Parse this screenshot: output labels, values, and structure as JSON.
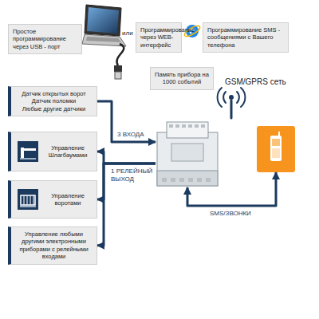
{
  "diagram": {
    "nodes": [
      {
        "text": [
          "Простое программирование через USB - порт"
        ]
      },
      {
        "text": [
          "Программирование через WEB-интерфейс"
        ]
      },
      {
        "text": [
          "Программирование SMS - сообщениями с Вашего телефона"
        ]
      },
      {
        "text": [
          "Память прибора на 1000 событий"
        ]
      },
      {
        "text": [
          "GSM/GPRS сеть"
        ]
      },
      {
        "text": [
          "Датчик открытых ворот",
          "Датчик поломки",
          "Любые другие датчики"
        ]
      },
      {
        "text": [
          "Управление Шлагбаумами"
        ]
      },
      {
        "text": [
          "Управление воротами"
        ]
      },
      {
        "text": [
          "Управление любыми другими электронными приборами с релейными входами"
        ]
      }
    ],
    "edges": [
      {
        "from": 5,
        "to": 3,
        "arrow": "to",
        "label": "3 ВХОДА"
      },
      {
        "from": 3,
        "to": 6,
        "arrow": "to",
        "label": "1 РЕЛЕЙНЫЙ ВЫХОД"
      },
      {
        "from": 3,
        "to": 7,
        "arrow": "to"
      },
      {
        "from": 3,
        "to": 8,
        "arrow": "to"
      },
      {
        "from": 3,
        "to": 4,
        "arrow": "both",
        "label": "SMS/ЗВОНКИ"
      }
    ],
    "labels": [
      "или"
    ]
  }
}
